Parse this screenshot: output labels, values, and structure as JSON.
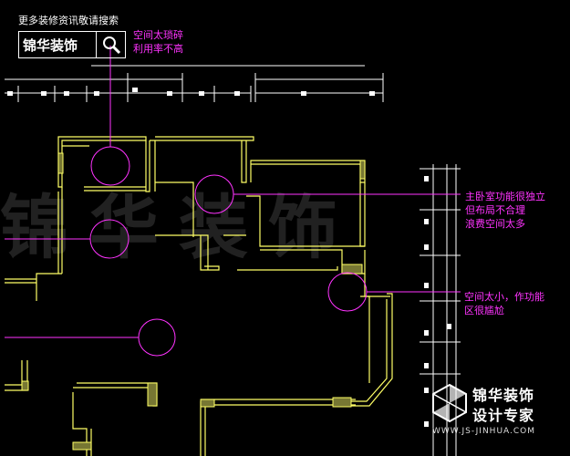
{
  "header": {
    "search_tip": "更多装修资讯敬请搜索",
    "brand_name": "锦华装饰"
  },
  "annotations": {
    "a1": [
      "空间太琐碎",
      "利用率不高"
    ],
    "a2": [
      "主卧室功能很独立",
      "但布局不合理",
      "浪费空间太多"
    ],
    "a3": [
      "空间太小，作功能",
      "区很尴尬"
    ]
  },
  "watermark": "锦华装饰",
  "logo": {
    "name": "锦华装饰",
    "subtitle": "设计专家",
    "url": "WWW.JS-JINHUA.COM"
  },
  "colors": {
    "wall": "#ffff66",
    "annotation": "#ff33ff",
    "dimension": "#ffffff",
    "background": "#000000"
  },
  "icons": [
    "search-icon",
    "cube-logo-icon"
  ]
}
